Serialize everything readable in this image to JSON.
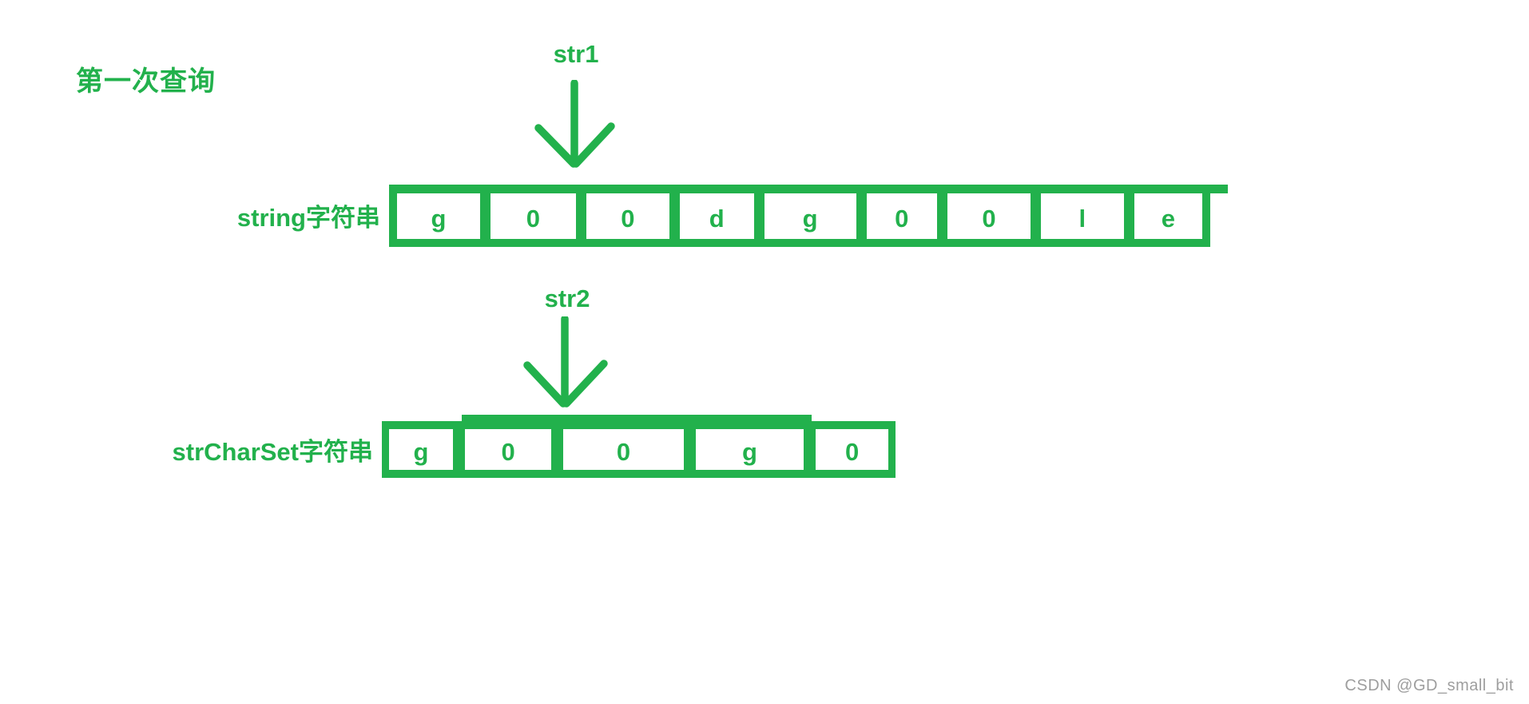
{
  "colors": {
    "green": "#22B14C",
    "watermark_gray": "#9E9E9E"
  },
  "title": "第一次查询",
  "pointers": [
    {
      "label": "str1"
    },
    {
      "label": "str2"
    }
  ],
  "arrays": [
    {
      "label": "string字符串",
      "cells": [
        "g",
        "0",
        "0",
        "d",
        "g",
        "0",
        "0",
        "l",
        "e"
      ]
    },
    {
      "label": "strCharSet字符串",
      "cells": [
        "g",
        "0",
        "0",
        "g",
        "0"
      ]
    }
  ],
  "watermark": "CSDN @GD_small_bit"
}
